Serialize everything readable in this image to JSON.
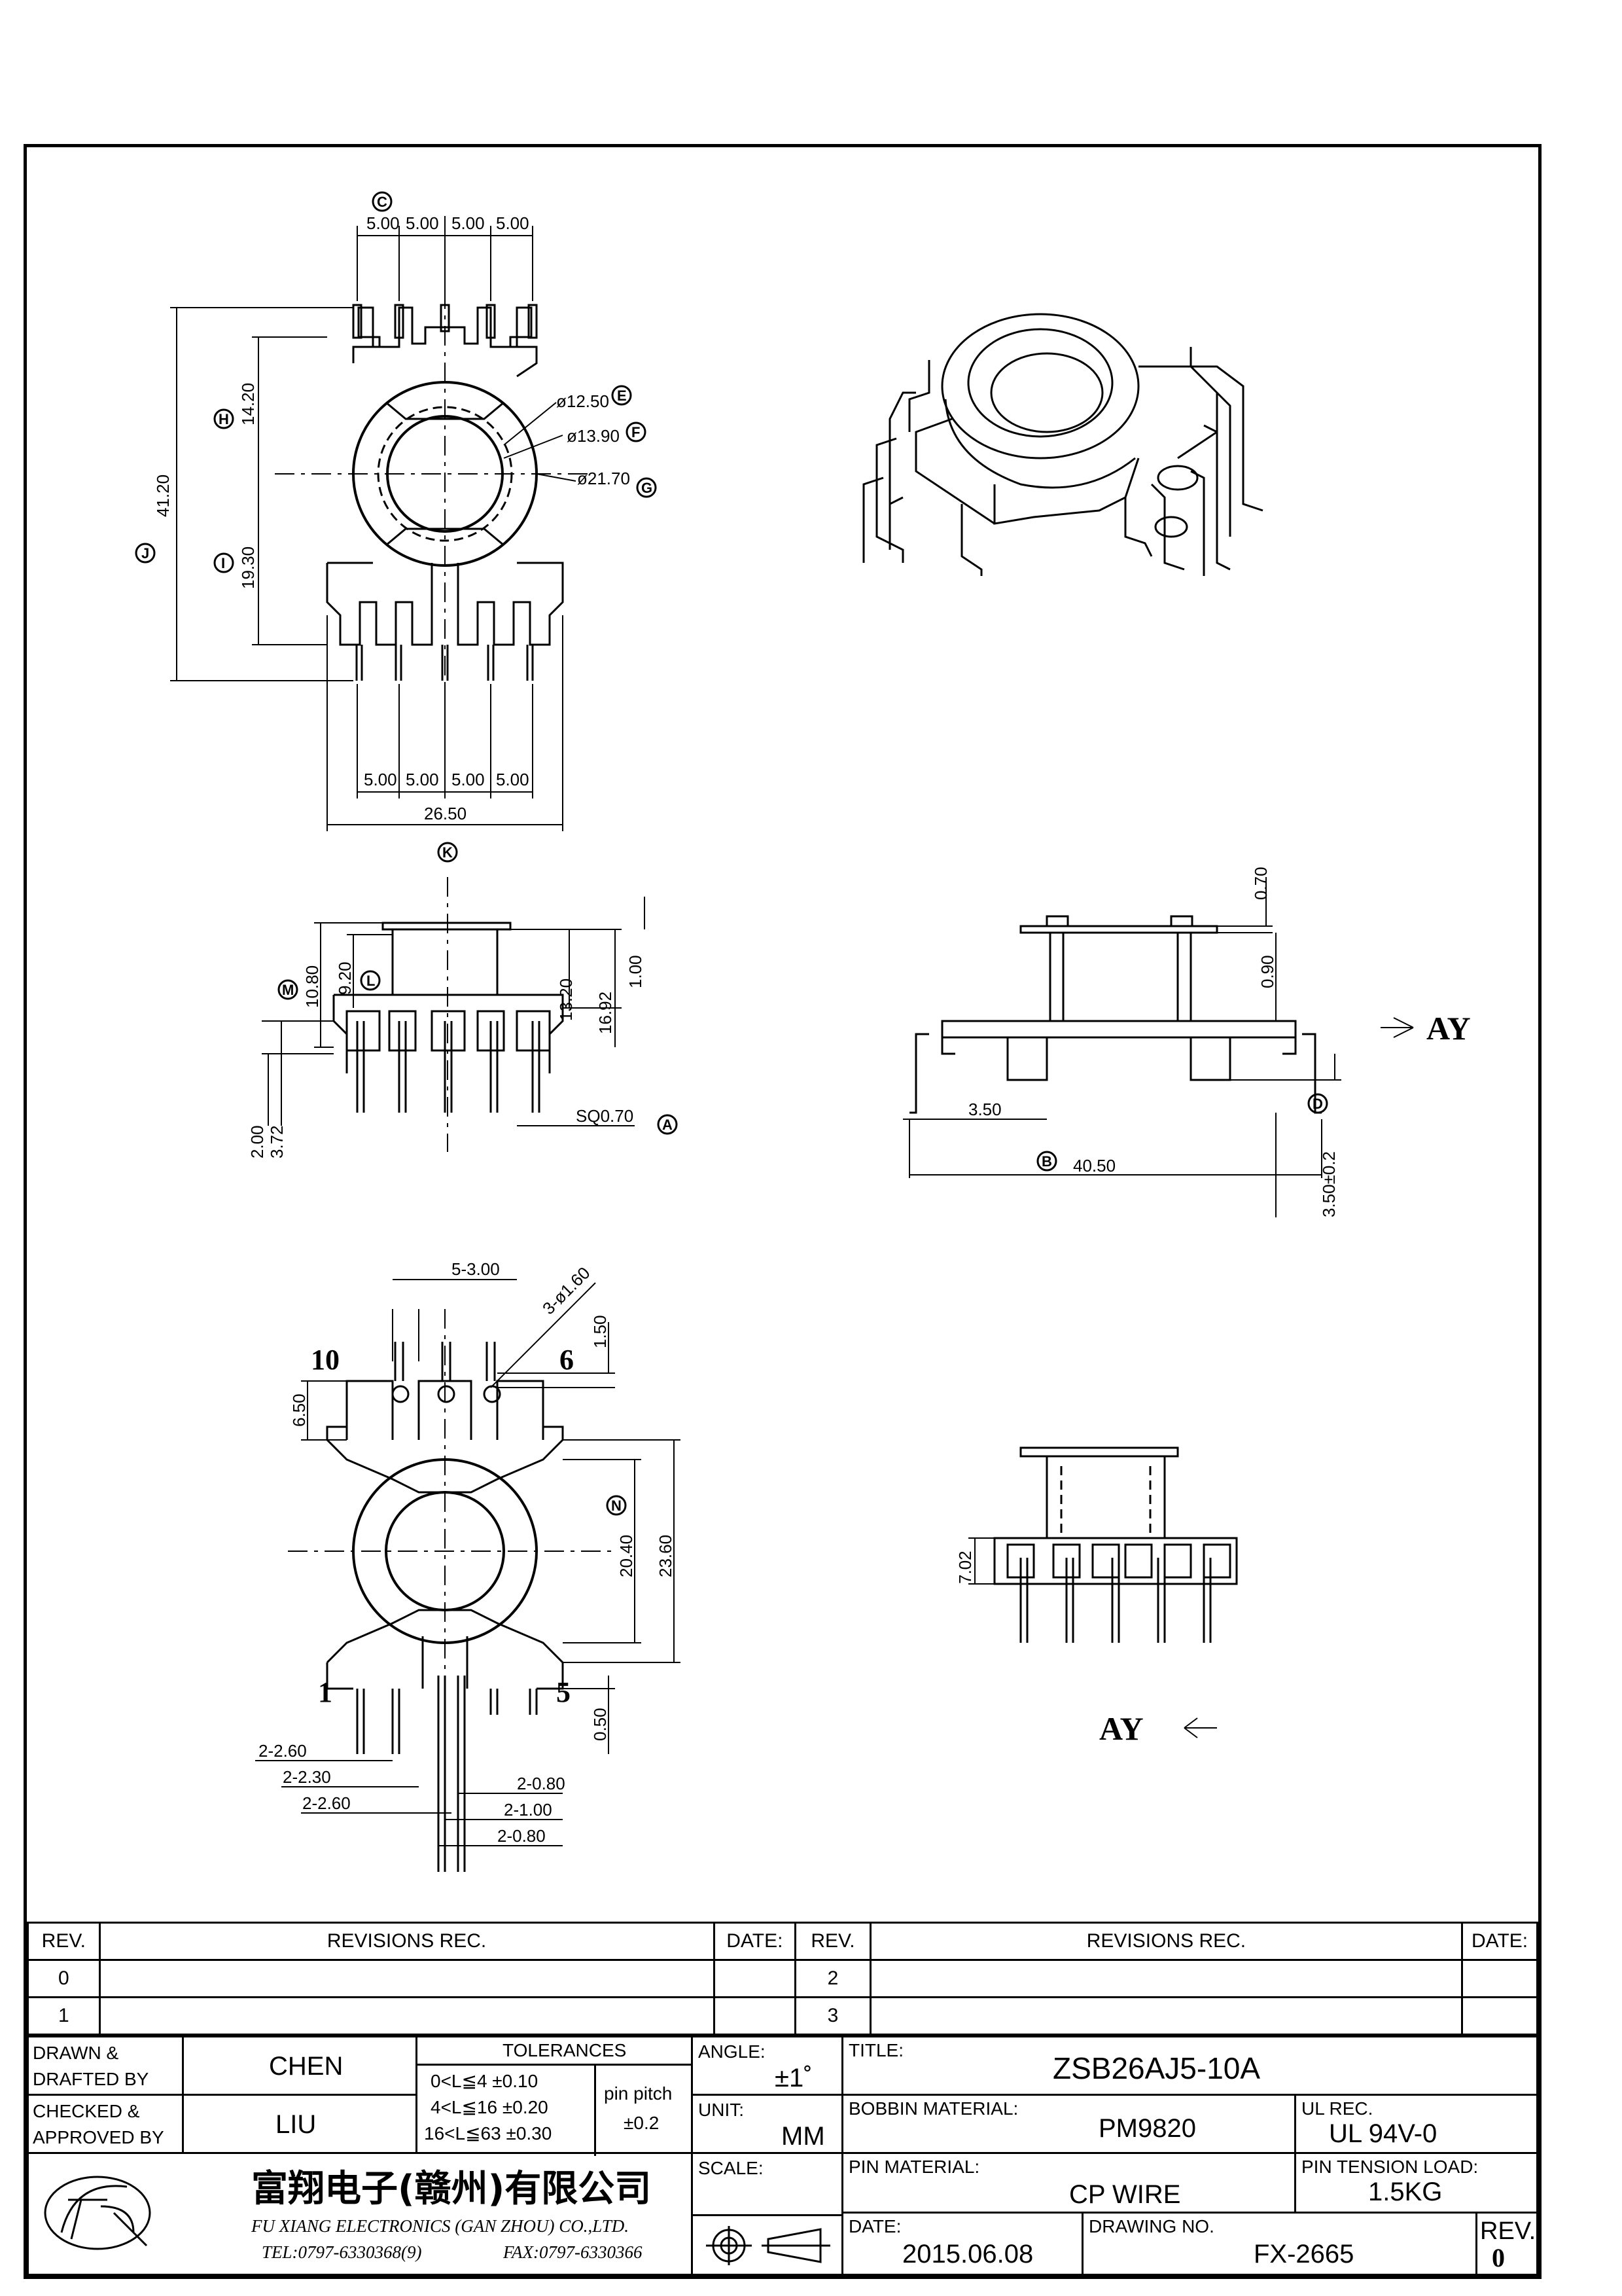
{
  "top_view": {
    "pitch_top": [
      "5.00",
      "5.00",
      "5.00",
      "5.00"
    ],
    "pitch_bottom": [
      "5.00",
      "5.00",
      "5.00",
      "5.00"
    ],
    "width": "26.50",
    "height_total": "41.20",
    "upper": "14.20",
    "lower": "19.30",
    "dia1": "ø12.50",
    "dia2": "ø13.90",
    "dia3": "ø21.70",
    "markers": {
      "c": "C",
      "e": "E",
      "f": "F",
      "g": "G",
      "h": "H",
      "i": "I",
      "j": "J",
      "k": "K"
    }
  },
  "front_view": {
    "d_1080": "10.80",
    "d_920": "9.20",
    "d_1320": "13.20",
    "d_1692": "16.92",
    "d_100": "1.00",
    "d_200": "2.00",
    "d_372": "3.72",
    "sq": "SQ0.70",
    "markers": {
      "m": "M",
      "l": "L",
      "a": "A"
    }
  },
  "side_view": {
    "d_070": "0.70",
    "d_090": "0.90",
    "d_350": "3.50",
    "d_4050": "40.50",
    "d_350b": "3.50±0.2",
    "view": "AY",
    "markers": {
      "b": "B",
      "d": "D"
    }
  },
  "bottom_view": {
    "holes": "5-3.00",
    "pins": "3-ø1.60",
    "d_150": "1.50",
    "d_650": "6.50",
    "d_2040": "20.40",
    "d_2360": "23.60",
    "d_050": "0.50",
    "w1": "2-2.60",
    "w2": "2-2.30",
    "w3": "2-2.60",
    "w4": "2-0.80",
    "w5": "2-1.00",
    "w6": "2-0.80",
    "pin10": "10",
    "pin6": "6",
    "pin1": "1",
    "pin5": "5",
    "markers": {
      "n": "N"
    }
  },
  "end_view": {
    "d_702": "7.02",
    "view": "AY"
  },
  "title_block": {
    "rev_header": "REV.",
    "revisions_header": "REVISIONS    REC.",
    "date_header": "DATE:",
    "rev_rows_left": [
      "0",
      "1"
    ],
    "rev_rows_right": [
      "2",
      "3"
    ],
    "drawn_label": "DRAWN &\nDRAFTED BY",
    "drawn_value": "CHEN",
    "checked_label": "CHECKED &\nAPPROVED BY",
    "checked_value": "LIU",
    "tolerances_label": "TOLERANCES",
    "tol_lines": [
      "0<L≦4   ±0.10",
      "4<L≦16  ±0.20",
      "16<L≦63  ±0.30"
    ],
    "pin_pitch_label": "pin pitch",
    "pin_pitch_value": "±0.2",
    "angle_label": "ANGLE:",
    "angle_value": "±1˚",
    "unit_label": "UNIT:",
    "unit_value": "MM",
    "scale_label": "SCALE:",
    "title_label": "TITLE:",
    "title_value": "ZSB26AJ5-10A",
    "bobbin_label": "BOBBIN  MATERIAL:",
    "bobbin_value": "PM9820",
    "ul_label": "UL  REC.",
    "ul_value": "UL  94V-0",
    "pin_mat_label": "PIN  MATERIAL:",
    "pin_mat_value": "CP  WIRE",
    "tension_label": "PIN  TENSION  LOAD:",
    "tension_value": "1.5KG",
    "date_label": "DATE:",
    "date_value": "2015.06.08",
    "drawing_no_label": "DRAWING  NO.",
    "drawing_no_value": "FX-2665",
    "rev_label": "REV.",
    "rev_value": "0",
    "company_cn": "富翔电子(赣州)有限公司",
    "company_en": "FU XIANG ELECTRONICS (GAN ZHOU) CO.,LTD.",
    "tel": "TEL:0797-6330368(9)",
    "fax": "FAX:0797-6330366"
  }
}
